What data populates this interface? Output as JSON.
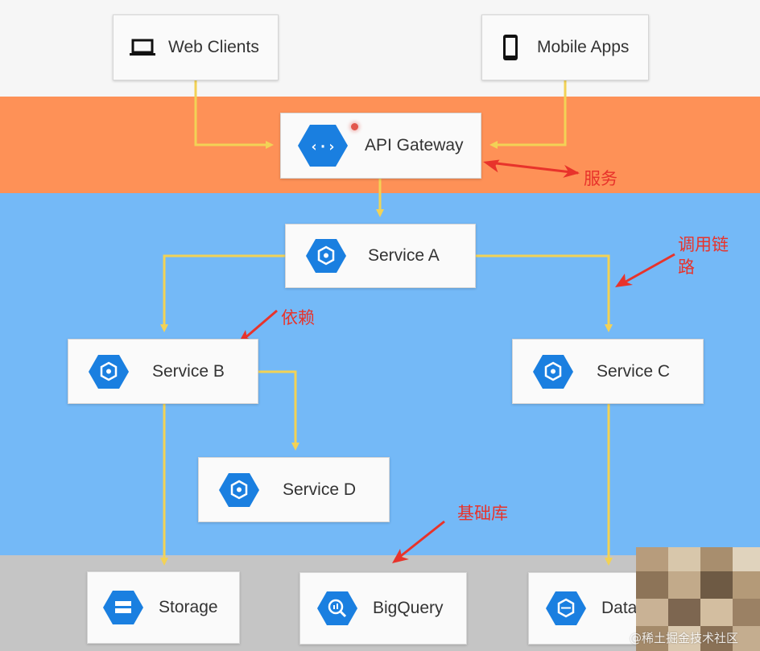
{
  "colors": {
    "top_band": "#f6f6f6",
    "gateway_band": "#fe9157",
    "services_band": "#74b9f7",
    "storage_band": "#c5c5c5",
    "hex_blue": "#1a7fe0",
    "connector": "#f2d256",
    "annotation": "#e8332b"
  },
  "clients": {
    "web": {
      "label": "Web Clients",
      "icon": "laptop-icon"
    },
    "mobile": {
      "label": "Mobile Apps",
      "icon": "smartphone-icon"
    }
  },
  "gateway": {
    "label": "API Gateway",
    "icon": "api-gateway-icon"
  },
  "services": {
    "a": {
      "label": "Service A",
      "icon": "service-icon"
    },
    "b": {
      "label": "Service B",
      "icon": "service-icon"
    },
    "c": {
      "label": "Service C",
      "icon": "service-icon"
    },
    "d": {
      "label": "Service D",
      "icon": "service-icon"
    }
  },
  "storage": {
    "storage": {
      "label": "Storage",
      "icon": "storage-icon"
    },
    "bigquery": {
      "label": "BigQuery",
      "icon": "bigquery-icon"
    },
    "data": {
      "label": "Data",
      "icon": "datastore-icon"
    }
  },
  "annotations": {
    "service": "服务",
    "call_chain": "调用链路",
    "dependency": "依赖",
    "base_library": "基础库"
  },
  "watermark": "@稀土掘金技术社区"
}
